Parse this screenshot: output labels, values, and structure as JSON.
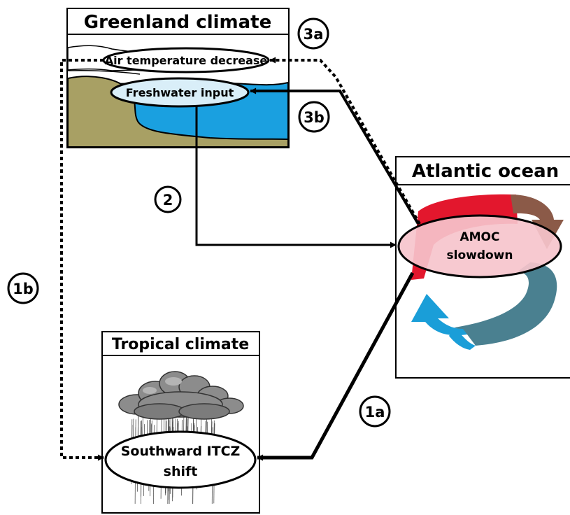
{
  "boxes": {
    "greenland": {
      "title": "Greenland climate"
    },
    "atlantic": {
      "title": "Atlantic ocean"
    },
    "tropical": {
      "title": "Tropical climate"
    }
  },
  "nodes": {
    "air_temperature": "Air temperature decrease",
    "freshwater": "Freshwater input",
    "amoc_line1": "AMOC",
    "amoc_line2": "slowdown",
    "itcz_line1": "Southward ITCZ",
    "itcz_line2": "shift"
  },
  "steps": {
    "s1a": "1a",
    "s1b": "1b",
    "s2": "2",
    "s3a": "3a",
    "s3b": "3b"
  },
  "colors": {
    "land": "#a8a064",
    "ocean": "#1aa0e0",
    "freshwater_fill": "#d9eef8",
    "amoc_fill": "#f6c4cc",
    "current_red": "#e3172d",
    "current_brown": "#8b5a48",
    "current_teal": "#4a8090",
    "current_blue": "#1a9ed8",
    "cloud": "#8c8c8c"
  },
  "icons": [
    "cloud-icon",
    "rain-icon",
    "ice-sheet-icon",
    "ocean-current-icon"
  ]
}
